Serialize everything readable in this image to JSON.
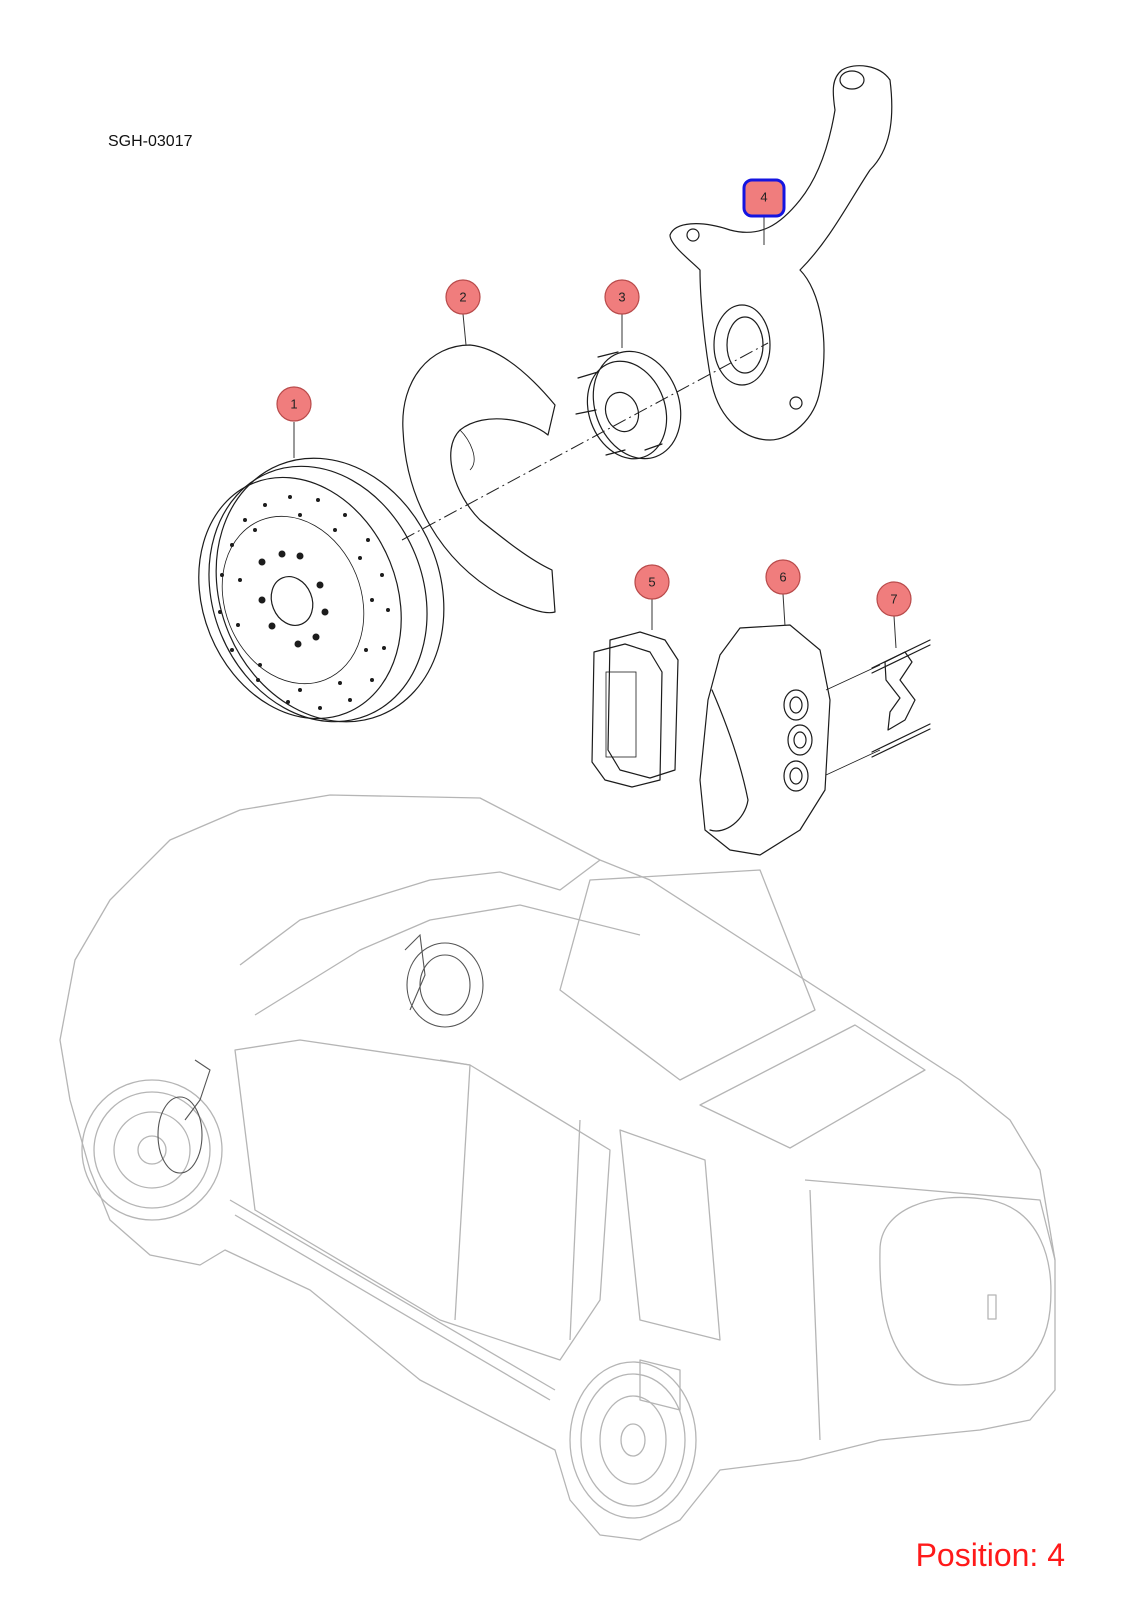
{
  "diagram_code": "SGH-03017",
  "position_text": "Position: 4",
  "selected_callout": "4",
  "callouts": [
    {
      "id": "callout-1",
      "label": "1"
    },
    {
      "id": "callout-2",
      "label": "2"
    },
    {
      "id": "callout-3",
      "label": "3"
    },
    {
      "id": "callout-4",
      "label": "4"
    },
    {
      "id": "callout-5",
      "label": "5"
    },
    {
      "id": "callout-6",
      "label": "6"
    },
    {
      "id": "callout-7",
      "label": "7"
    }
  ],
  "colors": {
    "callout_fill": "#f07d7d",
    "selection_outline": "#1515e0",
    "position_text": "#ff1a1a"
  }
}
